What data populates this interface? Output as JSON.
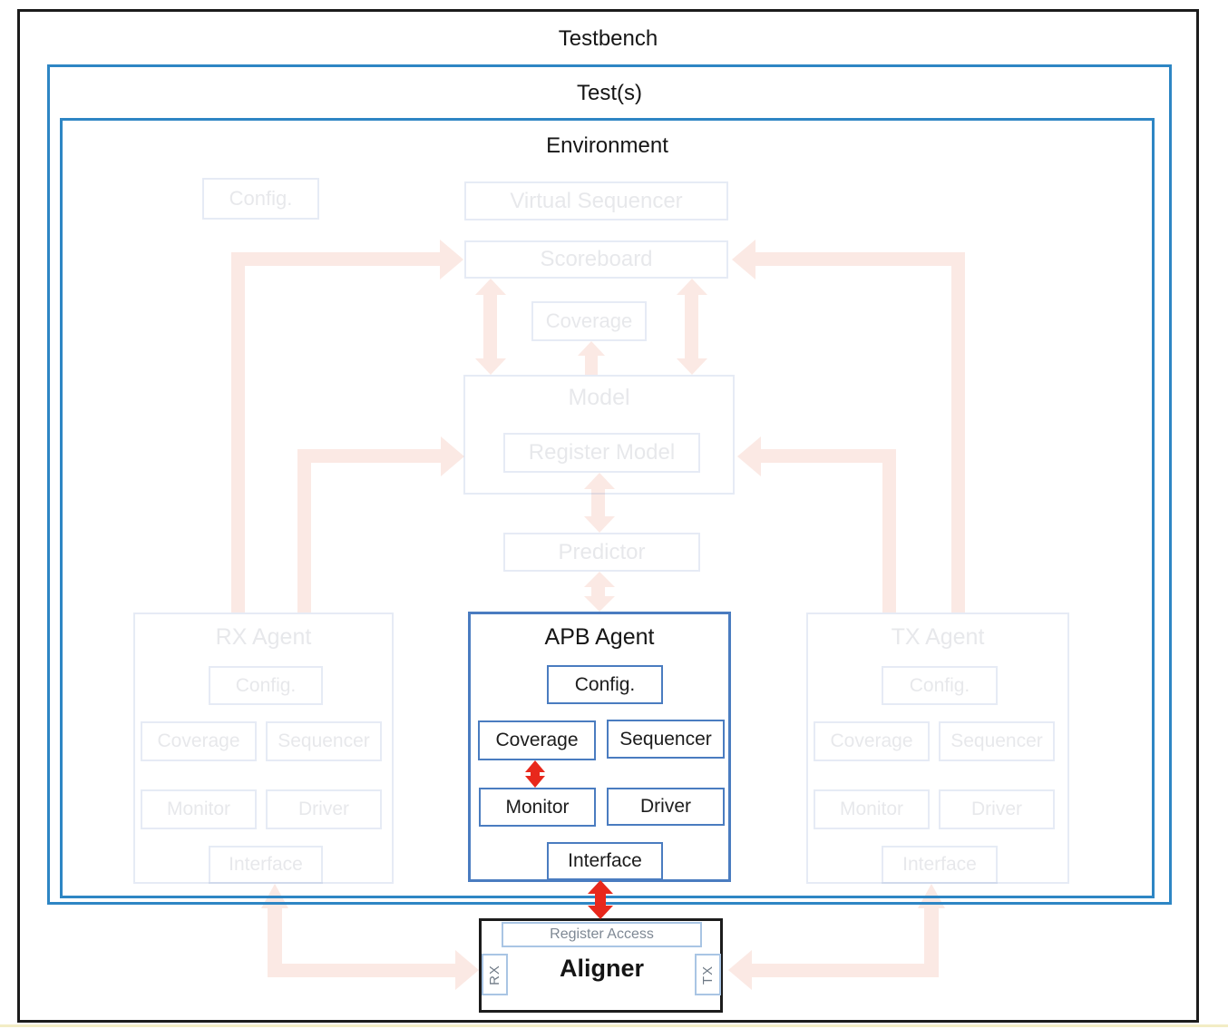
{
  "frames": {
    "testbench": "Testbench",
    "tests": "Test(s)",
    "environment": "Environment"
  },
  "env_components": {
    "config": "Config.",
    "virtual_sequencer": "Virtual Sequencer",
    "scoreboard": "Scoreboard",
    "coverage": "Coverage",
    "model": "Model",
    "register_model": "Register Model",
    "predictor": "Predictor"
  },
  "rx_agent": {
    "title": "RX Agent",
    "config": "Config.",
    "coverage": "Coverage",
    "sequencer": "Sequencer",
    "monitor": "Monitor",
    "driver": "Driver",
    "interface": "Interface"
  },
  "apb_agent": {
    "title": "APB Agent",
    "config": "Config.",
    "coverage": "Coverage",
    "sequencer": "Sequencer",
    "monitor": "Monitor",
    "driver": "Driver",
    "interface": "Interface"
  },
  "tx_agent": {
    "title": "TX Agent",
    "config": "Config.",
    "coverage": "Coverage",
    "sequencer": "Sequencer",
    "monitor": "Monitor",
    "driver": "Driver",
    "interface": "Interface"
  },
  "aligner": {
    "title": "Aligner",
    "register_access": "Register Access",
    "rx_port": "RX",
    "tx_port": "TX"
  },
  "colors": {
    "frame_black": "#1c1c1c",
    "frame_blue": "#2e86c4",
    "box_blue": "#4a7cc0",
    "arrow_red": "#e8281c",
    "ghost_arrow": "#fbe9e4",
    "bottom_highlight": "#f3edc5"
  }
}
